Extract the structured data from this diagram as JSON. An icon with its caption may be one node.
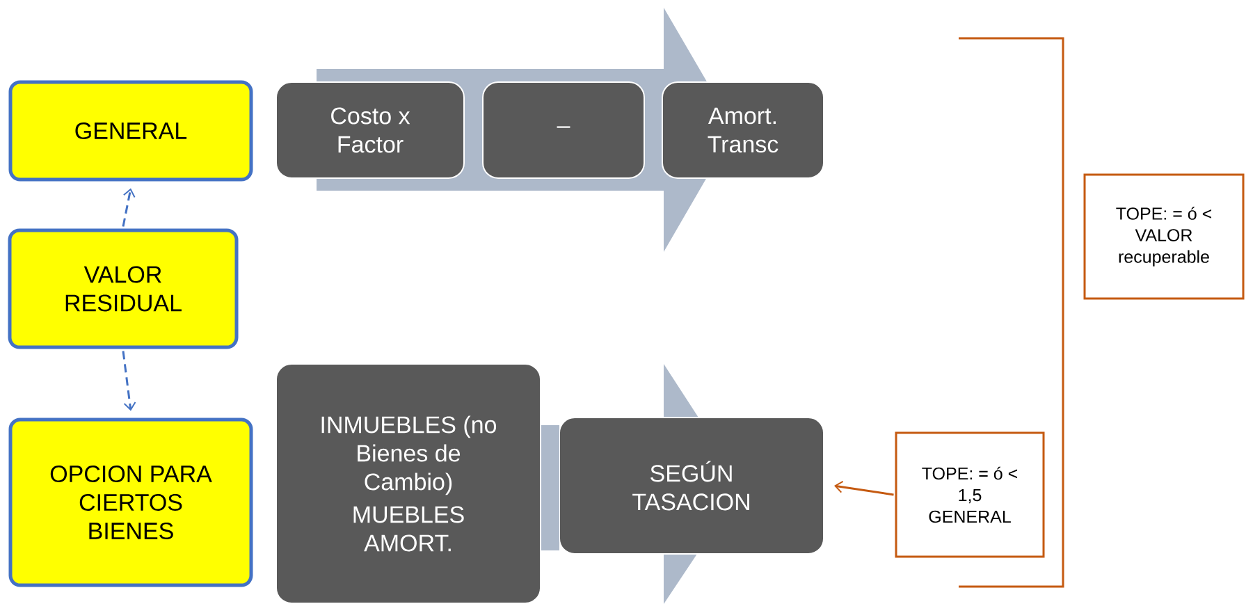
{
  "diagram": {
    "nodes": [
      {
        "text": [
          "GENERAL"
        ]
      },
      {
        "text": [
          "VALOR RESIDUAL"
        ]
      },
      {
        "text": [
          "OPCION PARA CIERTOS BIENES"
        ]
      },
      {
        "text": [
          "Costo x Factor"
        ]
      },
      {
        "text": [
          "–"
        ]
      },
      {
        "text": [
          "Amort. Transc"
        ]
      },
      {
        "text": [
          "INMUEBLES (no Bienes de Cambio)",
          "MUEBLES AMORT."
        ]
      },
      {
        "text": [
          "SEGÚN TASACION"
        ]
      },
      {
        "text": [
          "TOPE: = ó < 1,5 GENERAL"
        ]
      },
      {
        "text": [
          "TOPE: = ó < VALOR recuperable"
        ]
      }
    ],
    "edges": [
      {
        "from": 1,
        "to": 0,
        "arrow": "to",
        "style": "dashed"
      },
      {
        "from": 1,
        "to": 2,
        "arrow": "to",
        "style": "dashed"
      },
      {
        "from": 8,
        "to": 7,
        "arrow": "to",
        "color": "#c55a11"
      },
      {
        "from": 6,
        "to": 7,
        "arrow": "none",
        "style": "thick",
        "color": "#adb9ca"
      }
    ]
  }
}
